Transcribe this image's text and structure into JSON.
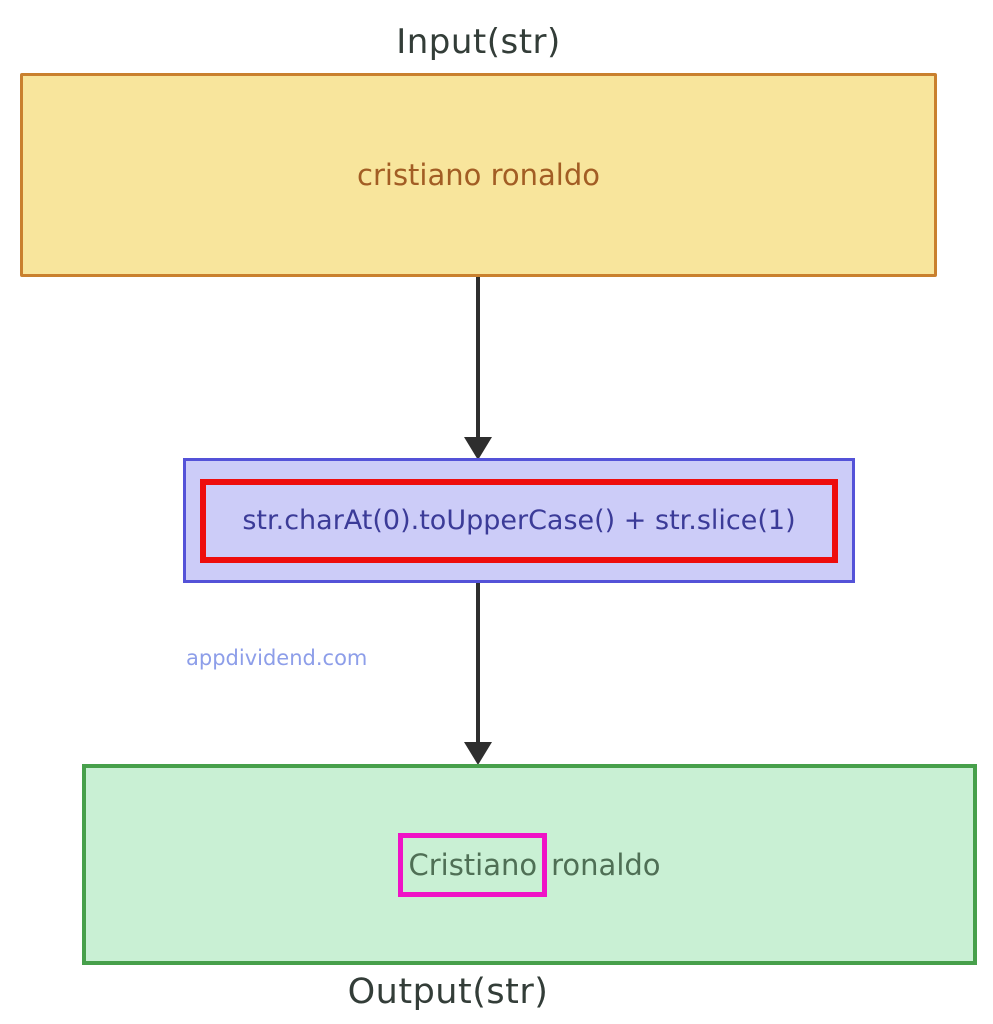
{
  "diagram": {
    "input_label": "Input(str)",
    "input_value": "cristiano ronaldo",
    "code": "str.charAt(0).toUpperCase() + str.slice(1)",
    "watermark": "appdividend.com",
    "output_highlight": "Cristiano",
    "output_rest": "ronaldo",
    "output_label": "Output(str)",
    "colors": {
      "input_box_fill": "#f8e59c",
      "input_box_border": "#c9802e",
      "input_text": "#a25d24",
      "transform_box_fill": "#ccccf8",
      "transform_box_border": "#5452d8",
      "code_text": "#3b3b98",
      "code_frame": "#ee0d0d",
      "watermark_text": "#8d9ee9",
      "output_box_fill": "#c9f0d4",
      "output_box_border": "#47a04b",
      "output_text": "#4f6f55",
      "highlight_frame": "#ef13c6",
      "label_text": "#333d38",
      "arrow": "#2e2e2e"
    }
  }
}
